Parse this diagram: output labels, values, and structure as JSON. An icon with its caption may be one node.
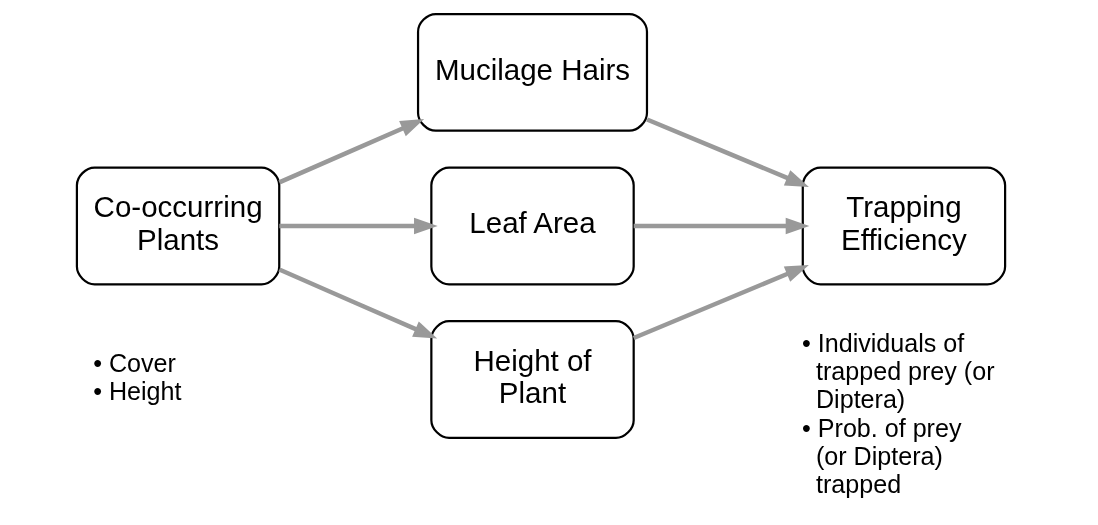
{
  "diagram": {
    "nodes": [
      {
        "text": [
          "Co-occurring Plants"
        ],
        "beside": [
          "• Cover",
          "• Height"
        ]
      },
      {
        "text": [
          "Mucilage Hairs"
        ]
      },
      {
        "text": [
          "Leaf Area"
        ]
      },
      {
        "text": [
          "Height of Plant"
        ]
      },
      {
        "text": [
          "Trapping Efficiency"
        ],
        "beside": [
          "• Individuals of trapped prey (or Diptera)",
          "• Prob. of prey (or Diptera) trapped"
        ]
      }
    ],
    "edges": [
      {
        "from": 0,
        "to": 1,
        "arrow": "to"
      },
      {
        "from": 0,
        "to": 2,
        "arrow": "to"
      },
      {
        "from": 0,
        "to": 3,
        "arrow": "to"
      },
      {
        "from": 1,
        "to": 4,
        "arrow": "to"
      },
      {
        "from": 2,
        "to": 4,
        "arrow": "to"
      },
      {
        "from": 3,
        "to": 4,
        "arrow": "to"
      }
    ]
  }
}
